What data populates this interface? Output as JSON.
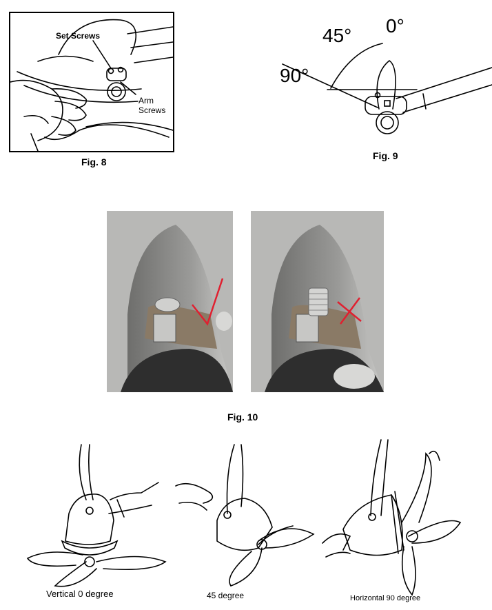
{
  "fig8": {
    "caption": "Fig. 8",
    "label_set_screws": "Set Screws",
    "label_arm_line1": "Arm",
    "label_arm_line2": "Screws"
  },
  "fig9": {
    "caption": "Fig. 9",
    "angle_0": "0°",
    "angle_45": "45°",
    "angle_90": "90°"
  },
  "fig10": {
    "caption": "Fig. 10",
    "mark_colors": {
      "correct": "#e02030",
      "wrong": "#e02030"
    }
  },
  "positions": {
    "vertical": "Vertical 0 degree",
    "deg45": "45 degree",
    "horizontal": "Horizontal 90 degree"
  }
}
